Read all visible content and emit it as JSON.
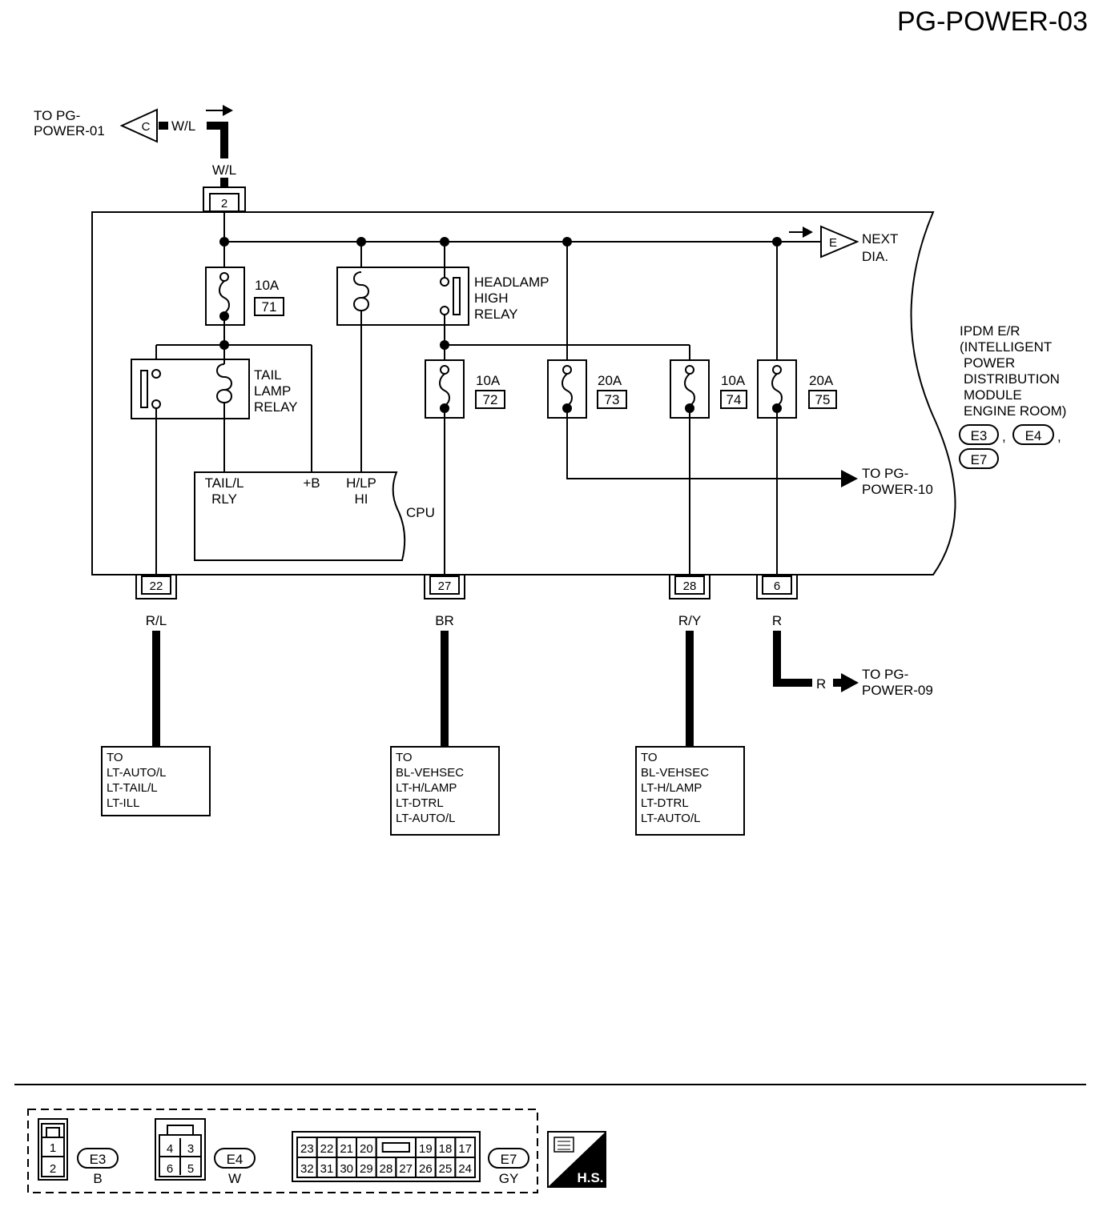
{
  "page_id": "PG-POWER-03",
  "top_connector": {
    "letter": "C",
    "dest": [
      "TO PG-",
      "POWER-01"
    ],
    "wire": "W/L",
    "wire_below": "W/L",
    "terminal": "2"
  },
  "next_connector": {
    "letter": "E",
    "label": [
      "NEXT",
      "DIA."
    ]
  },
  "fuses": [
    {
      "rating": "10A",
      "number": "71"
    },
    {
      "rating": "10A",
      "number": "72"
    },
    {
      "rating": "20A",
      "number": "73"
    },
    {
      "rating": "10A",
      "number": "74"
    },
    {
      "rating": "20A",
      "number": "75"
    }
  ],
  "relays": {
    "headlamp": [
      "HEADLAMP",
      "HIGH",
      "RELAY"
    ],
    "tail": [
      "TAIL",
      "LAMP",
      "RELAY"
    ]
  },
  "cpu": {
    "label": "CPU",
    "pins": [
      [
        "TAIL/L",
        "RLY"
      ],
      [
        "+B",
        ""
      ],
      [
        "H/LP",
        "HI"
      ]
    ]
  },
  "module_label": [
    "IPDM E/R",
    "(INTELLIGENT",
    "POWER",
    "DISTRIBUTION",
    "MODULE",
    "ENGINE ROOM)"
  ],
  "module_connectors": [
    "E3",
    ",",
    "E4",
    ",",
    "E7"
  ],
  "to_power10": [
    "TO PG-",
    "POWER-10"
  ],
  "to_power09": [
    "TO PG-",
    "POWER-09"
  ],
  "power09_wire": "R",
  "terminals": [
    {
      "pin": "22",
      "wire": "R/L",
      "dest": [
        "TO",
        "LT-AUTO/L",
        "LT-TAIL/L",
        "LT-ILL"
      ]
    },
    {
      "pin": "27",
      "wire": "BR",
      "dest": [
        "TO",
        "BL-VEHSEC",
        "LT-H/LAMP",
        "LT-DTRL",
        "LT-AUTO/L"
      ]
    },
    {
      "pin": "28",
      "wire": "R/Y",
      "dest": [
        "TO",
        "BL-VEHSEC",
        "LT-H/LAMP",
        "LT-DTRL",
        "LT-AUTO/L"
      ]
    },
    {
      "pin": "6",
      "wire": "R"
    }
  ],
  "legend": {
    "e3": {
      "id": "E3",
      "color": "B",
      "pins": [
        "1",
        "2"
      ]
    },
    "e4": {
      "id": "E4",
      "color": "W",
      "pins": [
        "4",
        "3",
        "6",
        "5"
      ]
    },
    "e7": {
      "id": "E7",
      "color": "GY",
      "row1": [
        "23",
        "22",
        "21",
        "20",
        "",
        "19",
        "18",
        "17"
      ],
      "row2": [
        "32",
        "31",
        "30",
        "29",
        "28",
        "27",
        "26",
        "25",
        "24"
      ]
    },
    "hs": "H.S."
  }
}
